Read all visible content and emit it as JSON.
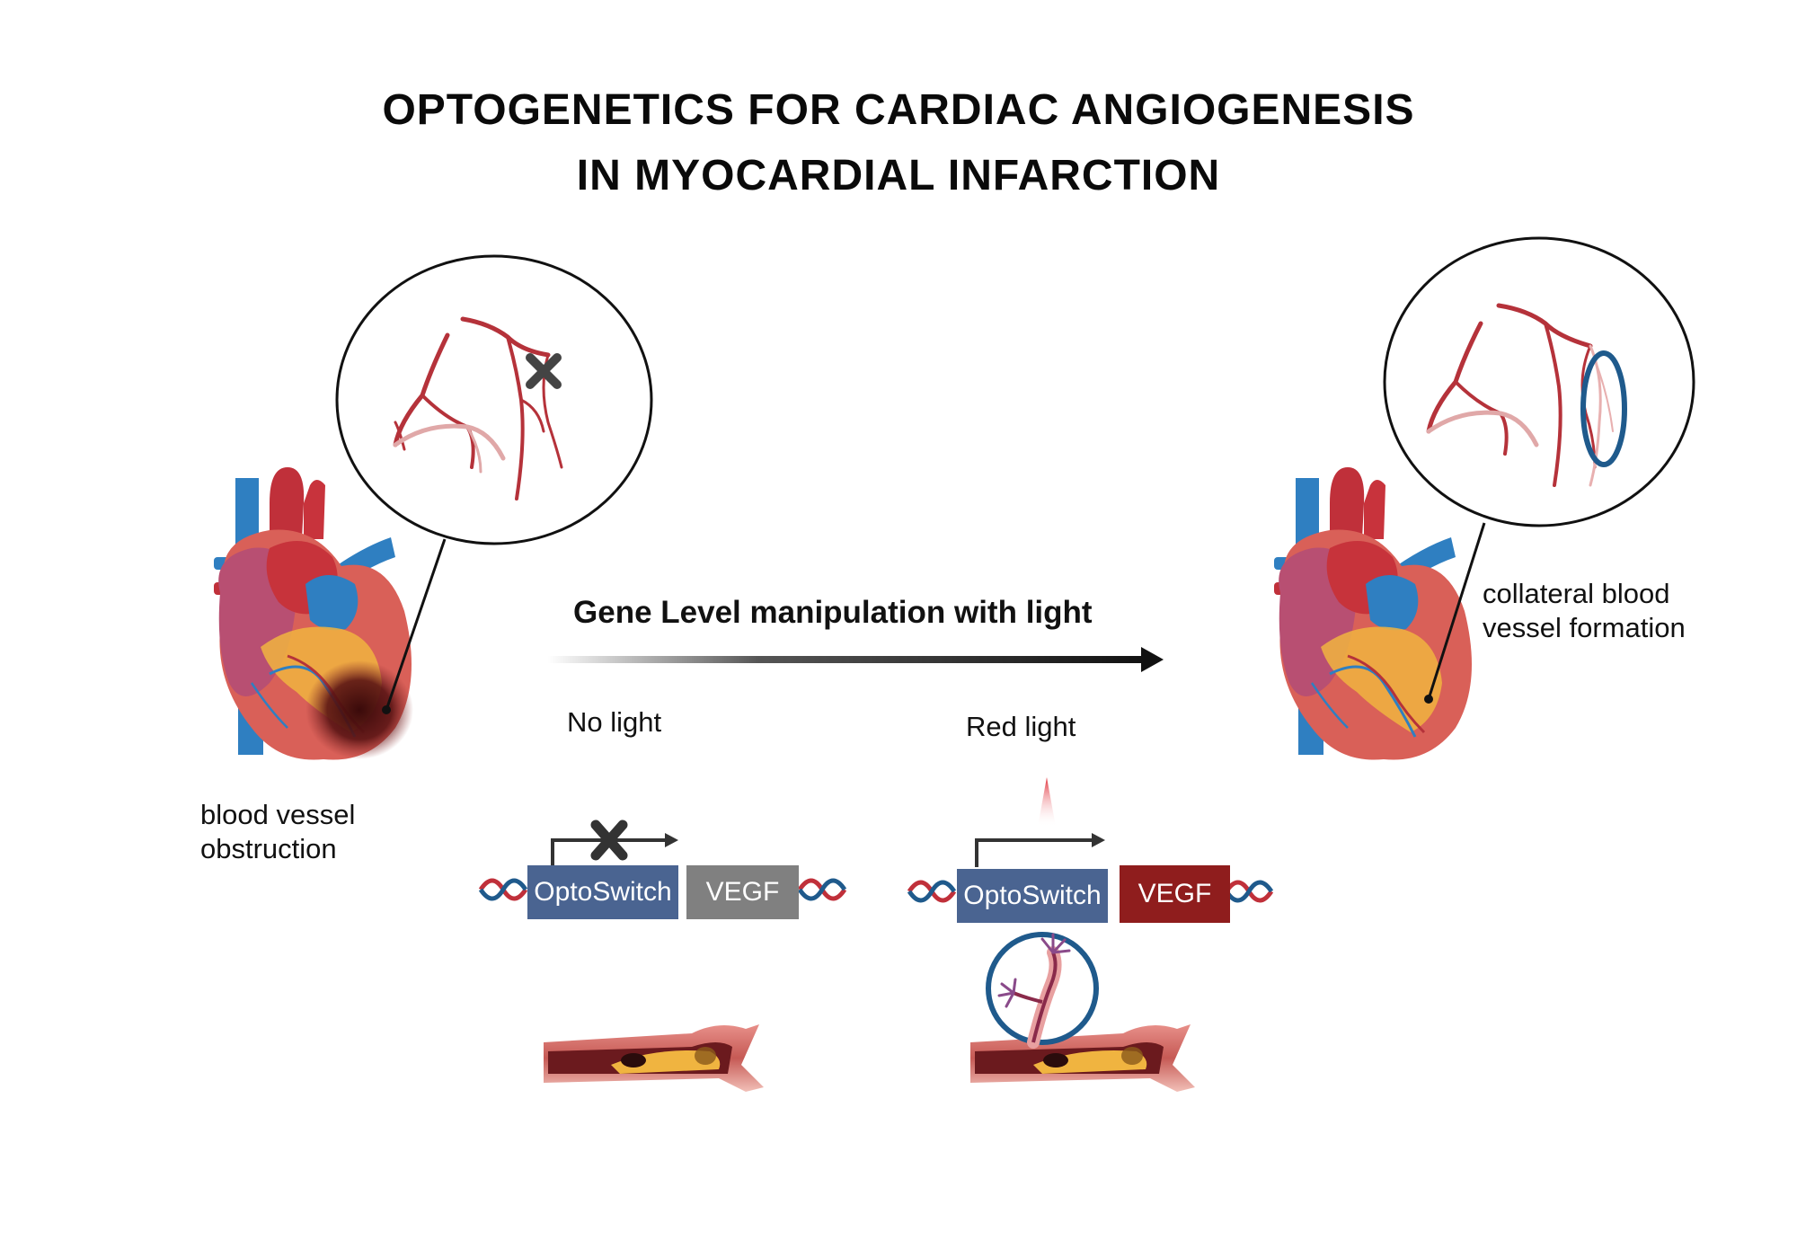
{
  "title": {
    "line1": "OPTOGENETICS FOR CARDIAC ANGIOGENESIS",
    "line2": "IN MYOCARDIAL INFARCTION"
  },
  "arrow": {
    "label": "Gene Level manipulation with light"
  },
  "left_heart": {
    "caption_line1": "blood vessel",
    "caption_line2": "obstruction"
  },
  "right_heart": {
    "caption_line1": "collateral blood",
    "caption_line2": "vessel formation"
  },
  "no_light": {
    "label": "No light",
    "promoter_label": "OptoSwitch",
    "gene_label": "VEGF",
    "gene_color": "#808080"
  },
  "red_light": {
    "label": "Red light",
    "promoter_label": "OptoSwitch",
    "gene_label": "VEGF",
    "gene_color": "#8f1d1d"
  },
  "colors": {
    "promoter_box": "#4a6491",
    "artery_red": "#b5323a",
    "vein_blue": "#2f7fc1",
    "highlight_ring": "#1f5a8c"
  }
}
